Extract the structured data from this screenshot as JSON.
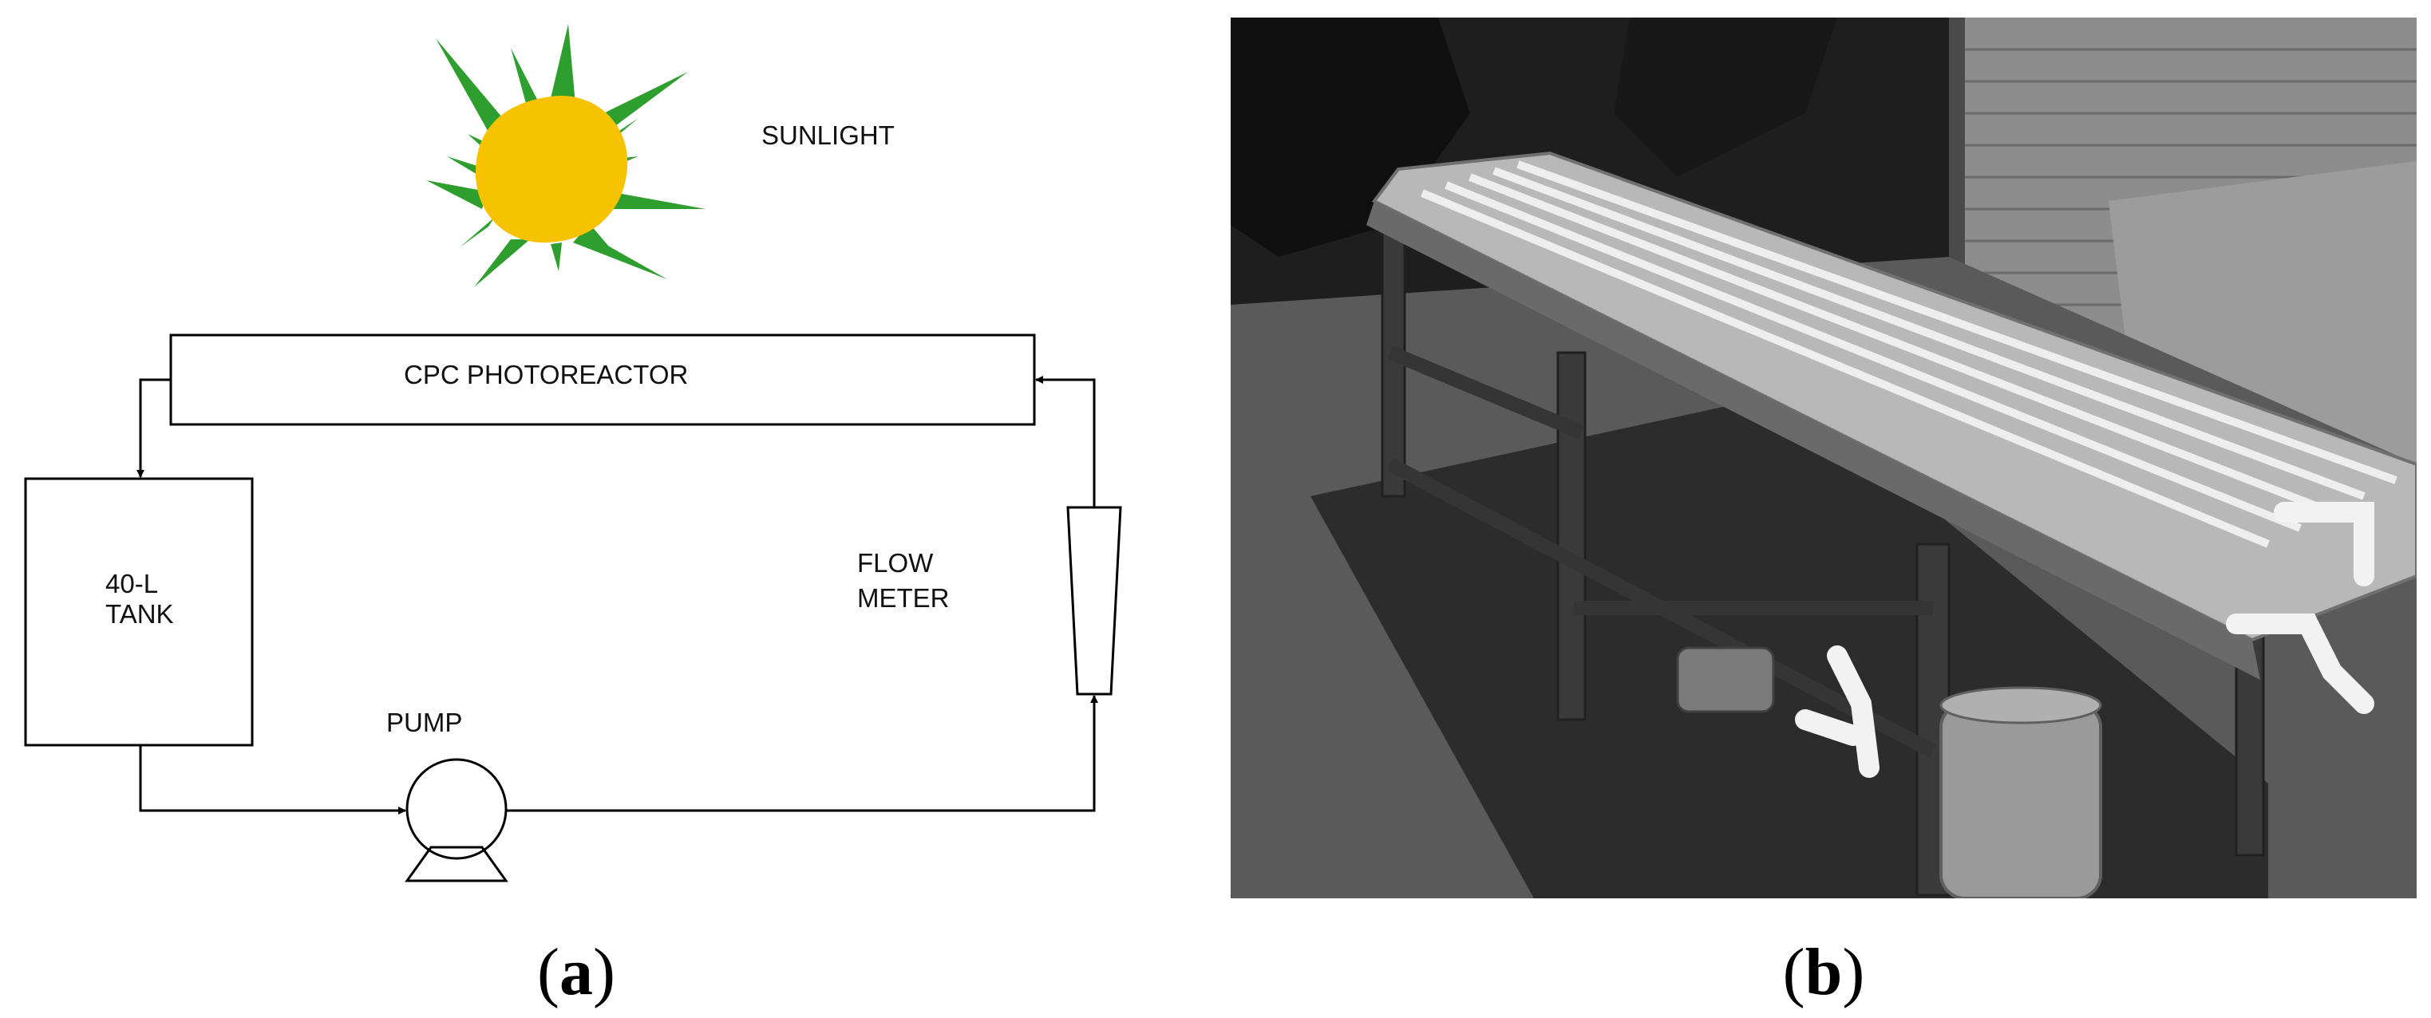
{
  "panel_a": {
    "caption_open": "(",
    "caption_letter": "a",
    "caption_close": ")",
    "labels": {
      "sunlight": "SUNLIGHT",
      "photoreactor": "CPC PHOTOREACTOR",
      "tank_line1": "40-L",
      "tank_line2": "TANK",
      "flow_meter_line1": "FLOW",
      "flow_meter_line2": "METER",
      "pump": "PUMP"
    },
    "colors": {
      "sun_fill": "#F7C200",
      "sun_rays": "#2E9E2E",
      "line": "#000000"
    }
  },
  "panel_b": {
    "caption_open": "(",
    "caption_letter": "b",
    "caption_close": ")",
    "image": "grayscale photograph of a CPC solar photoreactor on a steel frame with pump, PVC piping and a plastic tank"
  }
}
